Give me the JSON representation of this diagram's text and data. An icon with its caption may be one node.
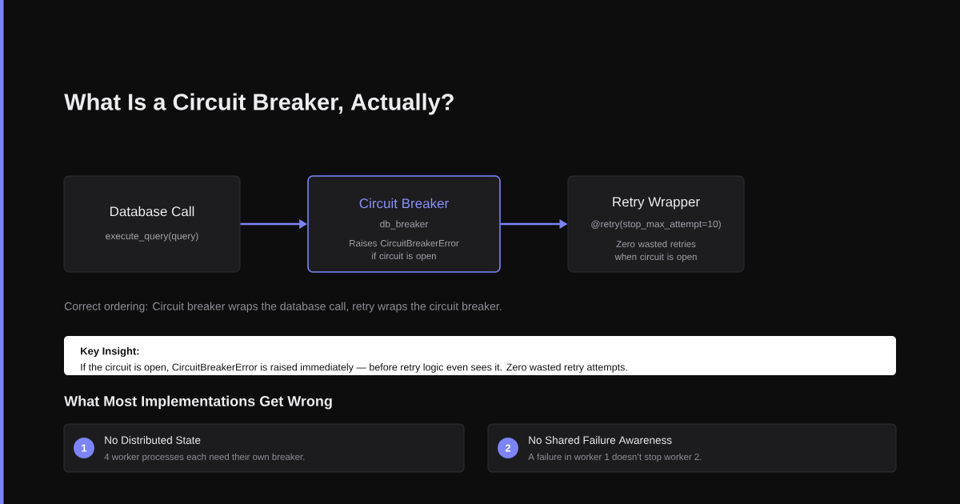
{
  "diagram": {
    "title": "What Is a Circuit Breaker, Actually?",
    "nodes": [
      {
        "text": [
          "Database Call",
          "execute_query(query)"
        ]
      },
      {
        "text": [
          "Circuit Breaker",
          "db_breaker",
          "Raises CircuitBreakerError if circuit is open"
        ]
      },
      {
        "text": [
          "Retry Wrapper",
          "@retry(stop_max_attempt=10)",
          "Zero wasted retries when circuit is open"
        ]
      },
      {
        "text": [
          "Key Insight:",
          "If the circuit is open, CircuitBreakerError is raised immediately — before retry logic even sees it. Zero wasted retry attempts."
        ]
      },
      {
        "text": [
          "No Distributed State",
          "4 worker processes each need their own breaker."
        ]
      },
      {
        "text": [
          "1"
        ],
        "in": 4
      },
      {
        "text": [
          "No Shared Failure Awareness",
          "A failure in worker 1 doesn’t stop worker 2."
        ]
      },
      {
        "text": [
          "2"
        ],
        "in": 6
      }
    ],
    "edges": [
      {
        "from": 0,
        "to": 1,
        "arrow": "to"
      },
      {
        "from": 1,
        "to": 2,
        "arrow": "to"
      }
    ],
    "labels": [
      "Correct ordering: Circuit breaker wraps the database call, retry wraps the circuit breaker.",
      "What Most Implementations Get Wrong"
    ]
  }
}
